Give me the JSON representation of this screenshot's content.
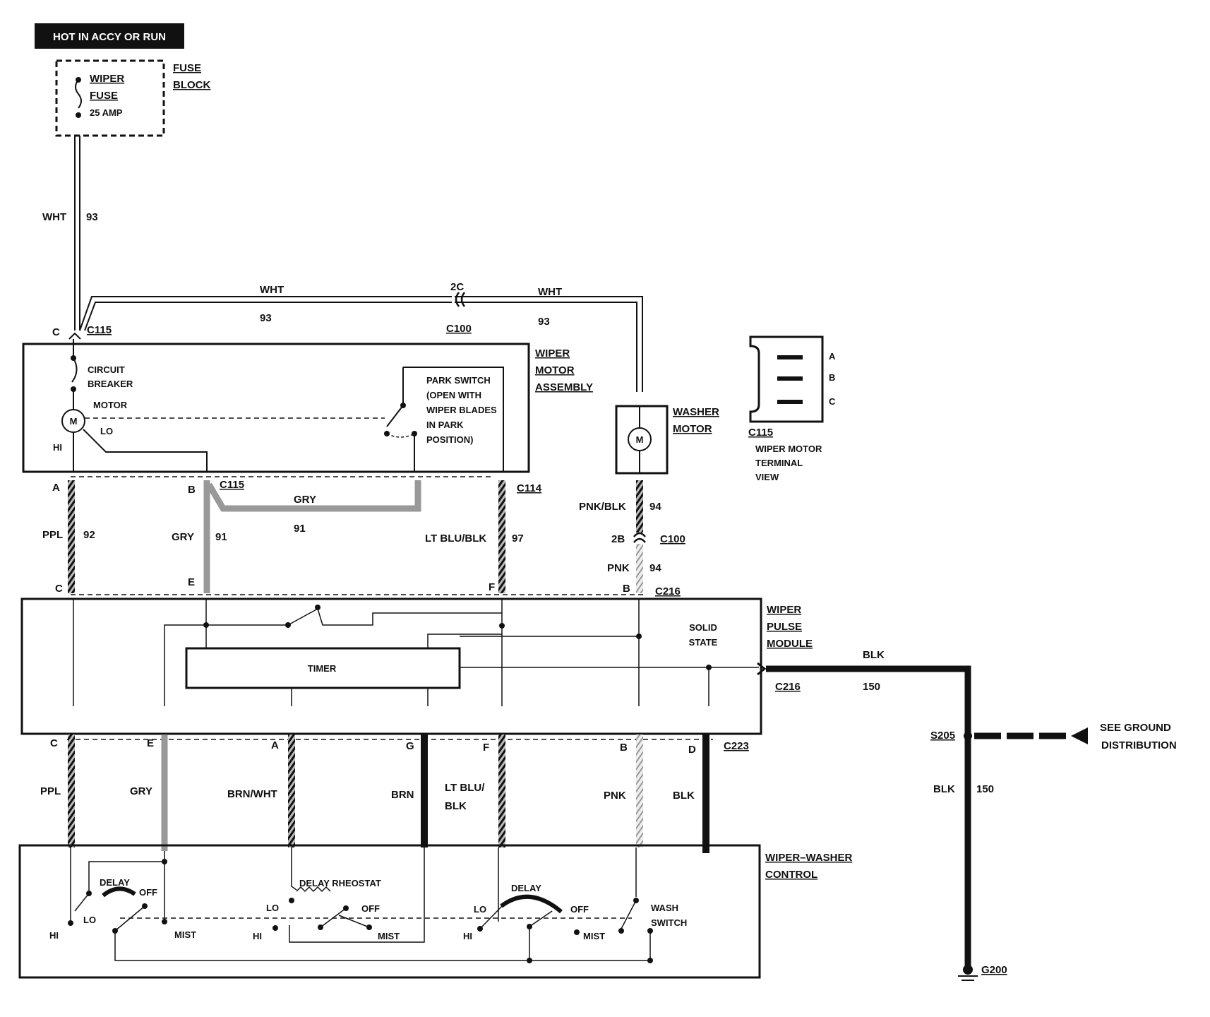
{
  "header": {
    "power_label": "HOT IN ACCY OR RUN"
  },
  "fuse_block": {
    "title_line1": "FUSE",
    "title_line2": "BLOCK",
    "fuse_line1": "WIPER",
    "fuse_line2": "FUSE",
    "fuse_rating": "25 AMP"
  },
  "wires": {
    "feed_color": "WHT",
    "feed_circuit": "93",
    "washer_feed_color": "WHT",
    "washer_feed_circuit": "93",
    "washer_feed_color2": "WHT",
    "washer_feed_circuit2": "93",
    "ppl": "PPL",
    "ppl_circuit": "92",
    "gry": "GRY",
    "gry_circuit": "91",
    "gry_mid": "GRY",
    "gry_mid_circuit": "91",
    "ltblu_blk": "LT BLU/BLK",
    "ltblu_blk_circuit": "97",
    "pnk_blk": "PNK/BLK",
    "pnk_blk_circuit": "94",
    "pnk": "PNK",
    "pnk_circuit": "94",
    "ground_color": "BLK",
    "ground_circuit": "150",
    "ground_color2": "BLK",
    "ground_circuit2": "150",
    "low_ppl": "PPL",
    "low_gry": "GRY",
    "low_brn_wht": "BRN/WHT",
    "low_brn": "BRN",
    "low_ltblu_1": "LT BLU/",
    "low_ltblu_2": "BLK",
    "low_pnk": "PNK",
    "low_blk": "BLK"
  },
  "connectors": {
    "c115_top": "C115",
    "c100_top": "C100",
    "c100_top_pin": "2C",
    "c115_mid": "C115",
    "c114": "C114",
    "c100_mid": "C100",
    "c100_mid_pin": "2B",
    "c216_top": "C216",
    "c216_side": "C216",
    "c223": "C223",
    "s205": "S205",
    "g200": "G200",
    "pin_c": "C",
    "pin_a": "A",
    "pin_b": "B",
    "pin_c2": "C",
    "pin_e": "E",
    "pin_f": "F",
    "pin_b2": "B",
    "pin_c3": "C",
    "pin_e2": "E",
    "pin_a2": "A",
    "pin_g": "G",
    "pin_f2": "F",
    "pin_b3": "B",
    "pin_d": "D"
  },
  "wiper_motor_assembly": {
    "title_line1": "WIPER",
    "title_line2": "MOTOR",
    "title_line3": "ASSEMBLY",
    "circuit_breaker_1": "CIRCUIT",
    "circuit_breaker_2": "BREAKER",
    "motor_label": "MOTOR",
    "motor_symbol": "M",
    "lo": "LO",
    "hi": "HI",
    "park_1": "PARK SWITCH",
    "park_2": "(OPEN WITH",
    "park_3": "WIPER BLADES",
    "park_4": "IN PARK",
    "park_5": "POSITION)"
  },
  "washer_motor": {
    "title_line1": "WASHER",
    "title_line2": "MOTOR",
    "motor_symbol": "M"
  },
  "terminal_view": {
    "connector": "C115",
    "line1": "WIPER MOTOR",
    "line2": "TERMINAL",
    "line3": "VIEW",
    "pin_a": "A",
    "pin_b": "B",
    "pin_c": "C"
  },
  "pulse_module": {
    "title_line1": "WIPER",
    "title_line2": "PULSE",
    "title_line3": "MODULE",
    "timer": "TIMER",
    "solid_1": "SOLID",
    "solid_2": "STATE"
  },
  "ground": {
    "see_1": "SEE GROUND",
    "see_2": "DISTRIBUTION"
  },
  "washer_control": {
    "title_line1": "WIPER–WASHER",
    "title_line2": "CONTROL",
    "delay1": "DELAY",
    "off1": "OFF",
    "lo1": "LO",
    "hi1": "HI",
    "mist1": "MIST",
    "rheostat": "DELAY RHEOSTAT",
    "lo2": "LO",
    "off2": "OFF",
    "hi2": "HI",
    "mist2": "MIST",
    "delay3": "DELAY",
    "lo3": "LO",
    "off3": "OFF",
    "hi3": "HI",
    "mist3": "MIST",
    "wash_1": "WASH",
    "wash_2": "SWITCH"
  }
}
